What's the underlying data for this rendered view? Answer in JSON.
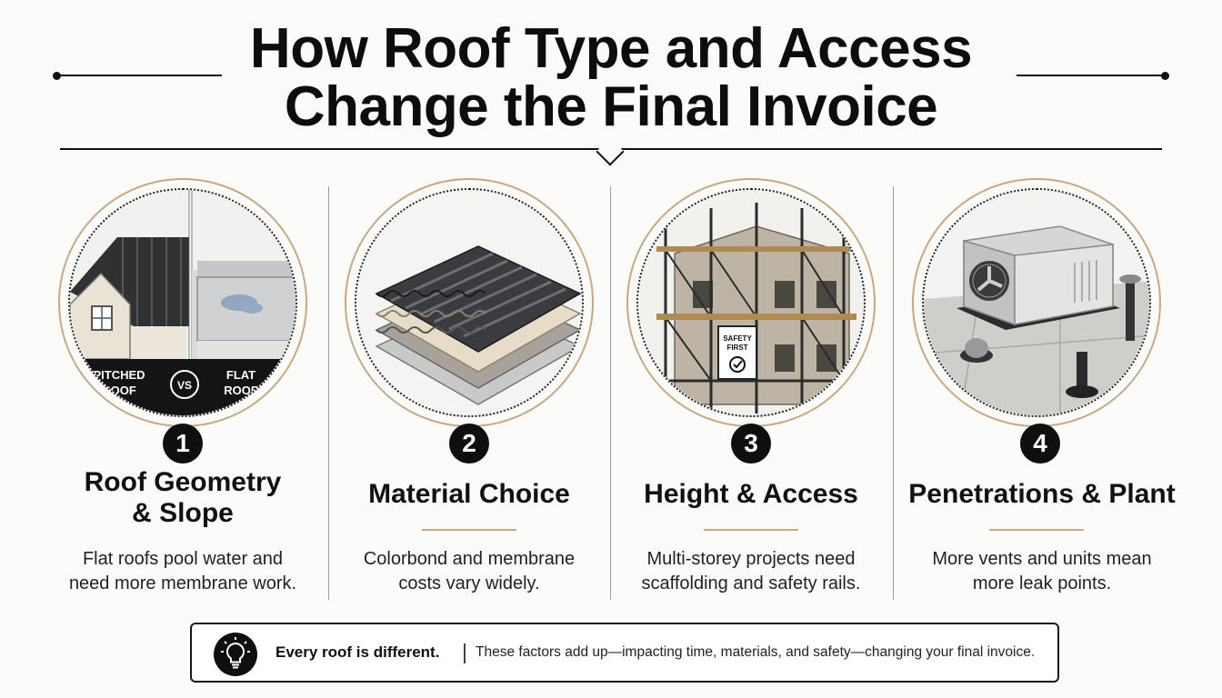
{
  "title": {
    "line1": "How Roof Type and Access",
    "line2": "Change the Final Invoice"
  },
  "factors": [
    {
      "number": "1",
      "heading_line1": "Roof Geometry",
      "heading_line2": "& Slope",
      "description_line1": "Flat roofs pool water and",
      "description_line2": "need more membrane work.",
      "image_labels": {
        "left": [
          "PITCHED",
          "ROOF"
        ],
        "vs": "VS",
        "right": [
          "FLAT",
          "ROOF"
        ]
      }
    },
    {
      "number": "2",
      "heading_line1": "Material Choice",
      "description_line1": "Colorbond and membrane",
      "description_line2": "costs vary widely."
    },
    {
      "number": "3",
      "heading_line1": "Height & Access",
      "description_line1": "Multi-storey projects need",
      "description_line2": "scaffolding and safety rails.",
      "image_sign": [
        "SAFETY",
        "FIRST"
      ]
    },
    {
      "number": "4",
      "heading_line1": "Penetrations & Plant",
      "description_line1": "More vents and units mean",
      "description_line2": "more leak points."
    }
  ],
  "banner": {
    "icon": "lightbulb-icon",
    "bold": "Every roof is different.",
    "text": "These factors add up—impacting time, materials, and safety—changing your final invoice."
  },
  "colors": {
    "accent_tan": "#c7a882",
    "ink": "#0f0f0f",
    "background": "#fbfbf9"
  }
}
